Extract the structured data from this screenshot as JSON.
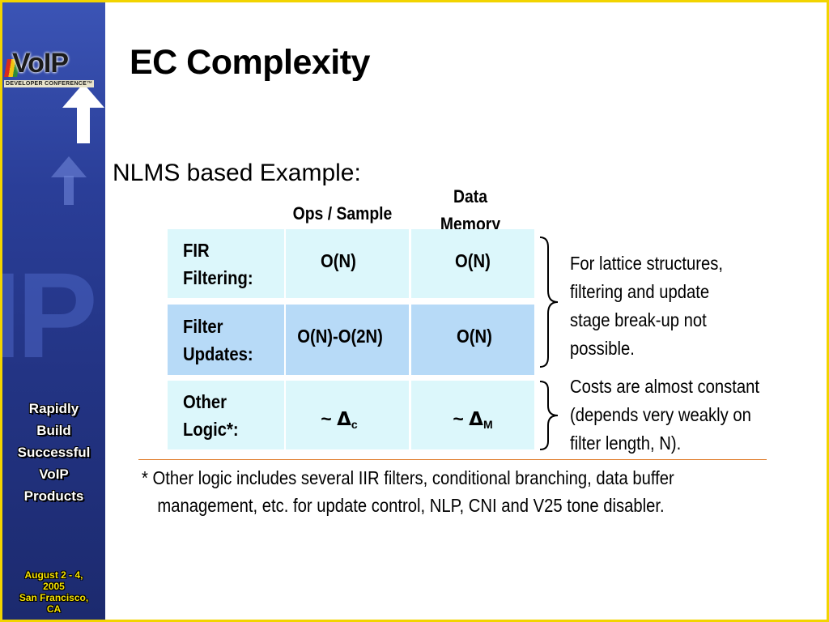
{
  "sidebar": {
    "logo_text": "VoIP",
    "logo_sub": "DEVELOPER CONFERENCE™",
    "tagline": [
      "Rapidly",
      "Build",
      "Successful",
      "VoIP",
      "Products"
    ],
    "date_lines": [
      "August 2 - 4,",
      "2005",
      "San Francisco,",
      "CA"
    ],
    "colors": {
      "sidebar_blue": "#2a3e98",
      "tagline_white": "#ffffff",
      "date_yellow": "#f6e200"
    }
  },
  "slide": {
    "title": "EC Complexity",
    "subtitle": "NLMS based Example:"
  },
  "table": {
    "headers": {
      "ops": "Ops / Sample",
      "memory_line1": "Data",
      "memory_line2": "Memory"
    },
    "rows": [
      {
        "label_line1": "FIR",
        "label_line2": "Filtering:",
        "ops": "O(N)",
        "memory": "O(N)"
      },
      {
        "label_line1": "Filter",
        "label_line2": "Updates:",
        "ops": "O(N)-O(2N)",
        "memory": "O(N)"
      },
      {
        "label_line1": "Other",
        "label_line2": "Logic*:",
        "ops_prefix": "~ ",
        "ops_symbol": "Δ",
        "ops_sub": "c",
        "memory_prefix": "~ ",
        "memory_symbol": "Δ",
        "memory_sub": "M"
      }
    ],
    "colors": {
      "light_cyan": "#dcf7fb",
      "light_blue": "#b7daf7"
    }
  },
  "notes": {
    "lattice": [
      "For lattice structures,",
      "filtering and update",
      "stage break-up not",
      "possible."
    ],
    "costs": [
      "Costs are almost constant",
      "(depends very weakly on",
      "filter length, N)."
    ]
  },
  "footnote": {
    "line1": "* Other logic includes several IIR filters, conditional branching, data buffer",
    "line2": "management, etc. for update control, NLP, CNI and V25 tone disabler."
  },
  "accent": {
    "border_yellow": "#f2d400",
    "divider_orange": "#e07b2a"
  }
}
